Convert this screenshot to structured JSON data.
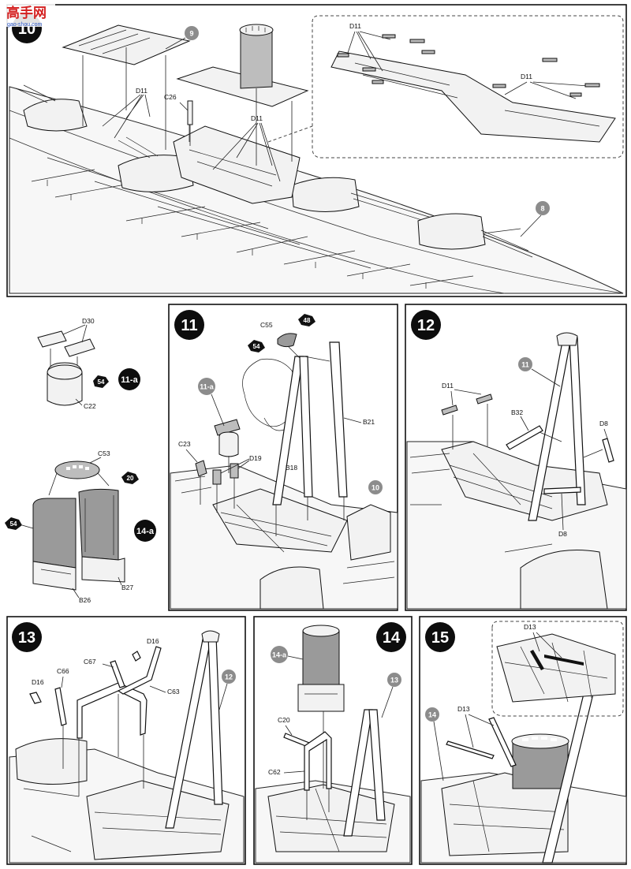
{
  "watermark": {
    "brand": "高手网",
    "url": "gao-shou.com"
  },
  "step10": {
    "number": "10",
    "refs": [
      "9",
      "8"
    ],
    "labels": {
      "d11": "D11",
      "c26": "C26"
    }
  },
  "sub11a": {
    "label": "11-a",
    "parts": [
      "D30",
      "C22"
    ],
    "star": "54"
  },
  "sub14a": {
    "label": "14-a",
    "parts": [
      "C53",
      "B26",
      "B27"
    ],
    "stars": [
      "20",
      "54"
    ]
  },
  "step11": {
    "number": "11",
    "refs": [
      "11-a",
      "10"
    ],
    "parts": [
      "C55",
      "C23",
      "D19",
      "B18",
      "B21"
    ],
    "stars": [
      "48",
      "54"
    ]
  },
  "step12": {
    "number": "12",
    "refs": [
      "11"
    ],
    "parts": [
      "D11",
      "B32",
      "D8",
      "D8"
    ]
  },
  "step13": {
    "number": "13",
    "refs": [
      "12"
    ],
    "parts": [
      "D16",
      "C67",
      "D16",
      "C66",
      "C63"
    ]
  },
  "step14": {
    "number": "14",
    "refs": [
      "14-a",
      "13"
    ],
    "parts": [
      "C20",
      "C62"
    ]
  },
  "step15": {
    "number": "15",
    "refs": [
      "14"
    ],
    "parts": [
      "D13",
      "D13"
    ]
  }
}
